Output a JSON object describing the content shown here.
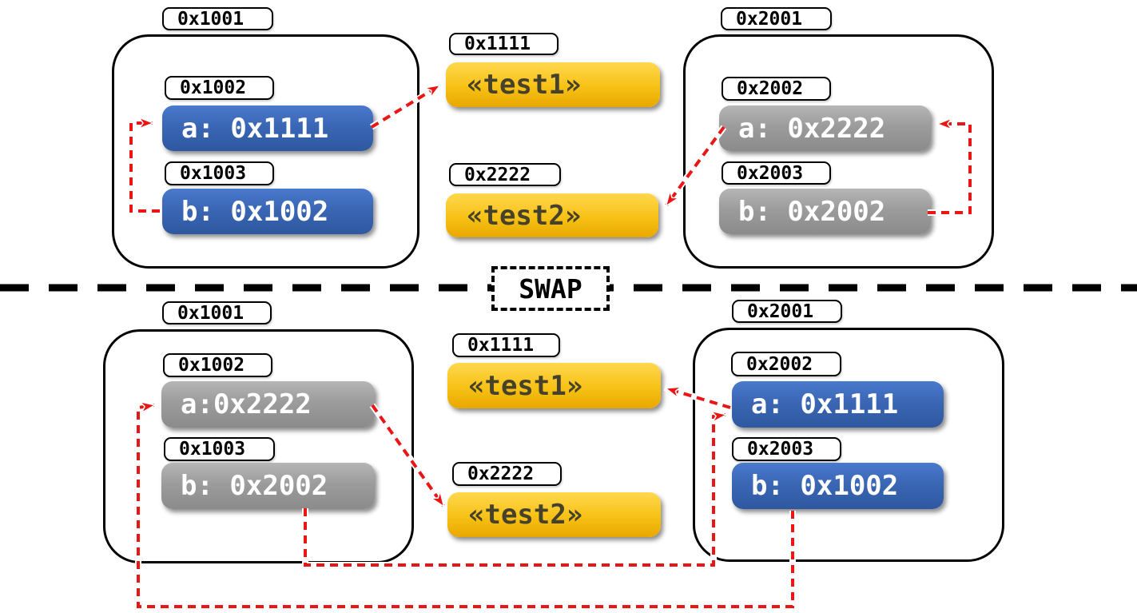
{
  "divider": {
    "label": "SWAP"
  },
  "colors": {
    "pointer_red": "#ea1515",
    "var_blue_top": "#4a7ace",
    "var_blue_bottom": "#2e58a0",
    "var_gray_top": "#b6b6b6",
    "var_gray_bottom": "#8b8b8b",
    "heap_gold_top": "#ffd84f",
    "heap_gold_bottom": "#e9a800",
    "outline_black": "#000000"
  },
  "top": {
    "left_frame": {
      "address": "0x1001",
      "slots": [
        {
          "address": "0x1002",
          "value": "a: 0x1111"
        },
        {
          "address": "0x1003",
          "value": "b: 0x1002"
        }
      ]
    },
    "right_frame": {
      "address": "0x2001",
      "slots": [
        {
          "address": "0x2002",
          "value": "a: 0x2222"
        },
        {
          "address": "0x2003",
          "value": "b: 0x2002"
        }
      ]
    },
    "heap": [
      {
        "address": "0x1111",
        "value": "«test1»"
      },
      {
        "address": "0x2222",
        "value": "«test2»"
      }
    ],
    "pointers": [
      "left b (0x1002) -> left a",
      "left a (0x1111) -> test1",
      "right b (0x2002) -> right a",
      "right a (0x2222) -> test2"
    ]
  },
  "bottom": {
    "left_frame": {
      "address": "0x1001",
      "slots": [
        {
          "address": "0x1002",
          "value": "a:0x2222"
        },
        {
          "address": "0x1003",
          "value": "b: 0x2002"
        }
      ]
    },
    "right_frame": {
      "address": "0x2001",
      "slots": [
        {
          "address": "0x2002",
          "value": "a: 0x1111"
        },
        {
          "address": "0x2003",
          "value": "b: 0x1002"
        }
      ]
    },
    "heap": [
      {
        "address": "0x1111",
        "value": "«test1»"
      },
      {
        "address": "0x2222",
        "value": "«test2»"
      }
    ],
    "pointers": [
      "left a (0x2222) -> test2",
      "left b (0x2002) -> right a",
      "right a (0x1111) -> test1",
      "right b (0x1002) -> left a"
    ]
  }
}
